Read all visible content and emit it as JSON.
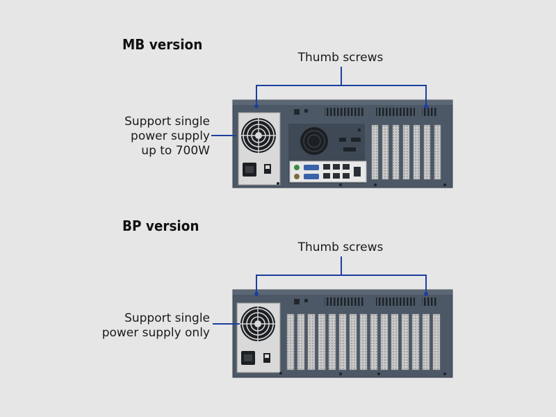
{
  "mb_version": {
    "title": "MB version",
    "thumb_screws_label": "Thumb screws",
    "psu_label_lines": [
      "Support single",
      "power supply",
      "up to 700W"
    ]
  },
  "bp_version": {
    "title": "BP version",
    "thumb_screws_label": "Thumb screws",
    "psu_label_lines": [
      "Support single",
      "power supply only"
    ]
  },
  "colors": {
    "background": "#e6e6e6",
    "chassis": "#4c5866",
    "chassis_top": "#5b6775",
    "callout_line": "#1c3f9e",
    "psu_silver": "#d9d9d9",
    "slot_bracket": "#d0d0d0"
  },
  "icons": [
    "fan-icon",
    "power-socket-icon",
    "power-switch-icon",
    "thumb-screw-icon"
  ]
}
